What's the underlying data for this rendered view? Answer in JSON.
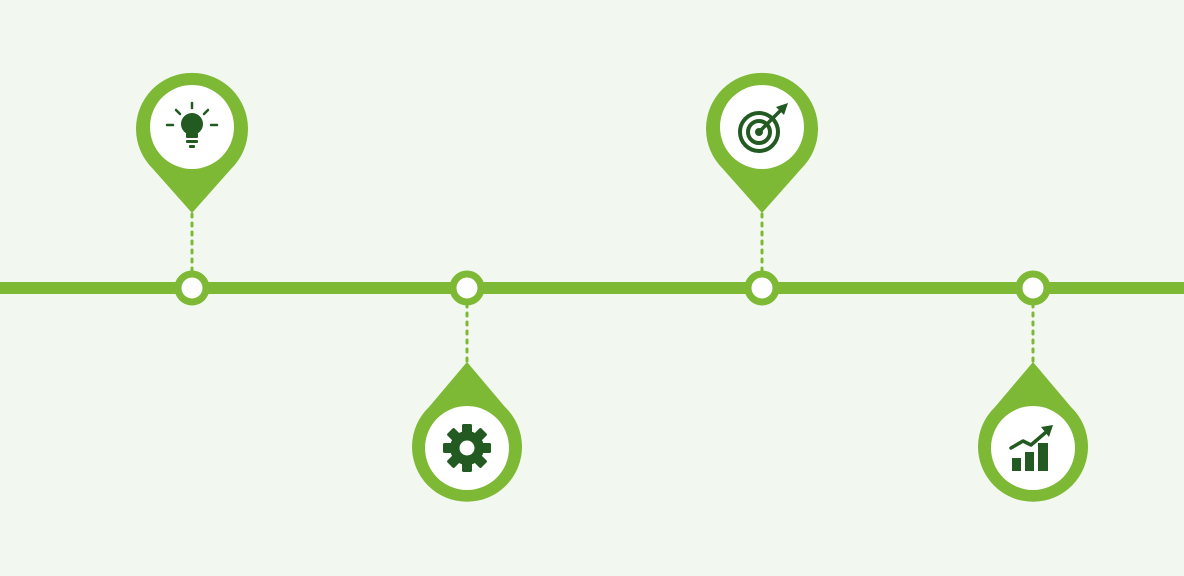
{
  "colors": {
    "background": "#f2f8f0",
    "line": "#7db935",
    "pin": "#7db935",
    "pin_inner": "#ffffff",
    "node_fill": "#ffffff",
    "icon": "#235a22"
  },
  "timeline": {
    "milestones": [
      {
        "icon": "lightbulb-icon",
        "side": "above"
      },
      {
        "icon": "gear-icon",
        "side": "below"
      },
      {
        "icon": "target-icon",
        "side": "above"
      },
      {
        "icon": "growth-chart-icon",
        "side": "below"
      }
    ]
  }
}
